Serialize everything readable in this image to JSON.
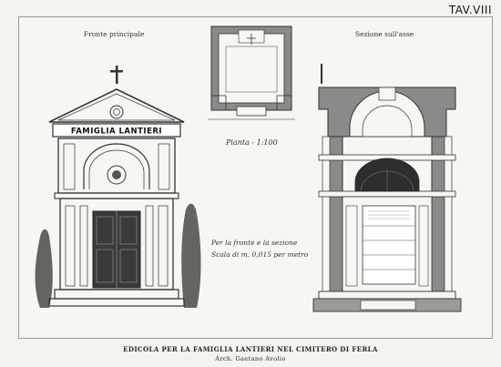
{
  "plate": {
    "number": "TAV.VIII",
    "views": {
      "front": "Fronte principale",
      "section": "Sezione sull'asse",
      "plan": "Pianta - 1:100"
    },
    "facade_inscription": "FAMIGLIA LANTIERI",
    "scale_note": {
      "line1": "Per la fronte e la sezione",
      "line2": "Scala di m. 0,015 per metro"
    },
    "caption": "EDICOLA PER LA FAMIGLIA LANTIERI NEL CIMITERO DI FERLA",
    "architect": "Arch. Gaetano Avolio"
  },
  "colors": {
    "paper": "#f3f3f0",
    "ink": "#2a2a2a",
    "hatch": "#7a7a78",
    "tree": "#4a4a48"
  }
}
